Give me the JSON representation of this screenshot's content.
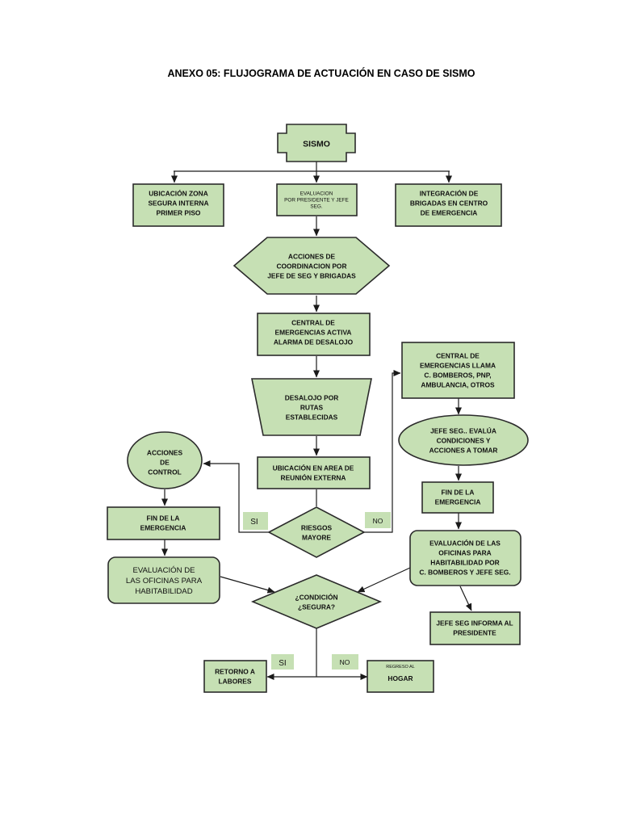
{
  "title": "ANEXO 05: FLUJOGRAMA DE ACTUACIÓN EN CASO DE SISMO",
  "nodes": {
    "sismo": [
      "SISMO"
    ],
    "ubicacion_zona": [
      "UBICACIÓN ZONA",
      "SEGURA INTERNA",
      "PRIMER PISO"
    ],
    "evaluacion_presidente": [
      "EVALUACION",
      "POR PRESIDENTE Y  JEFE",
      "SEG."
    ],
    "integracion_brigadas": [
      "INTEGRACIÓN DE",
      "BRIGADAS EN CENTRO",
      "DE EMERGENCIA"
    ],
    "acciones_coordinacion": [
      "ACCIONES DE",
      "COORDINACION POR",
      "JEFE DE SEG Y BRIGADAS"
    ],
    "central_alarma": [
      "CENTRAL DE",
      "EMERGENCIAS ACTIVA",
      "ALARMA DE DESALOJO"
    ],
    "central_llama": [
      "CENTRAL DE",
      "EMERGENCIAS LLAMA",
      "C. BOMBEROS, PNP,",
      "AMBULANCIA, OTROS"
    ],
    "desalojo": [
      "DESALOJO POR",
      "RUTAS",
      "ESTABLECIDAS"
    ],
    "jefe_evalua": [
      "JEFE SEG.. EVALÚA",
      "CONDICIONES Y",
      "ACCIONES A TOMAR"
    ],
    "acciones_control": [
      "ACCIONES",
      "DE",
      "CONTROL"
    ],
    "ubicacion_reunion": [
      "UBICACIÓN EN AREA DE",
      "REUNIÓN EXTERNA"
    ],
    "fin_emergencia_right": [
      "FIN DE LA",
      "EMERGENCIA"
    ],
    "fin_emergencia_left": [
      "FIN DE LA",
      "EMERGENCIA"
    ],
    "riesgos_mayore": [
      "RIESGOS",
      "MAYORE"
    ],
    "evaluacion_oficinas_right": [
      "EVALUACIÓN DE LAS",
      "OFICINAS PARA",
      "HABITABILIDAD POR",
      "C. BOMBEROS Y JEFE SEG."
    ],
    "evaluacion_oficinas_left": [
      "EVALUACIÓN DE",
      "LAS OFICINAS PARA",
      "HABITABILIDAD"
    ],
    "condicion_segura": [
      "¿CONDICIÓN",
      "¿SEGURA?"
    ],
    "jefe_informa": [
      "JEFE SEG INFORMA AL",
      "PRESIDENTE"
    ],
    "retorno_labores": [
      "RETORNO A",
      "LABORES"
    ],
    "regreso_hogar": [
      "REGRESO AL",
      "HOGAR"
    ]
  },
  "edge_labels": {
    "riesgos_si": "SI",
    "riesgos_no": "NO",
    "condicion_si": "SI",
    "condicion_no": "NO"
  }
}
